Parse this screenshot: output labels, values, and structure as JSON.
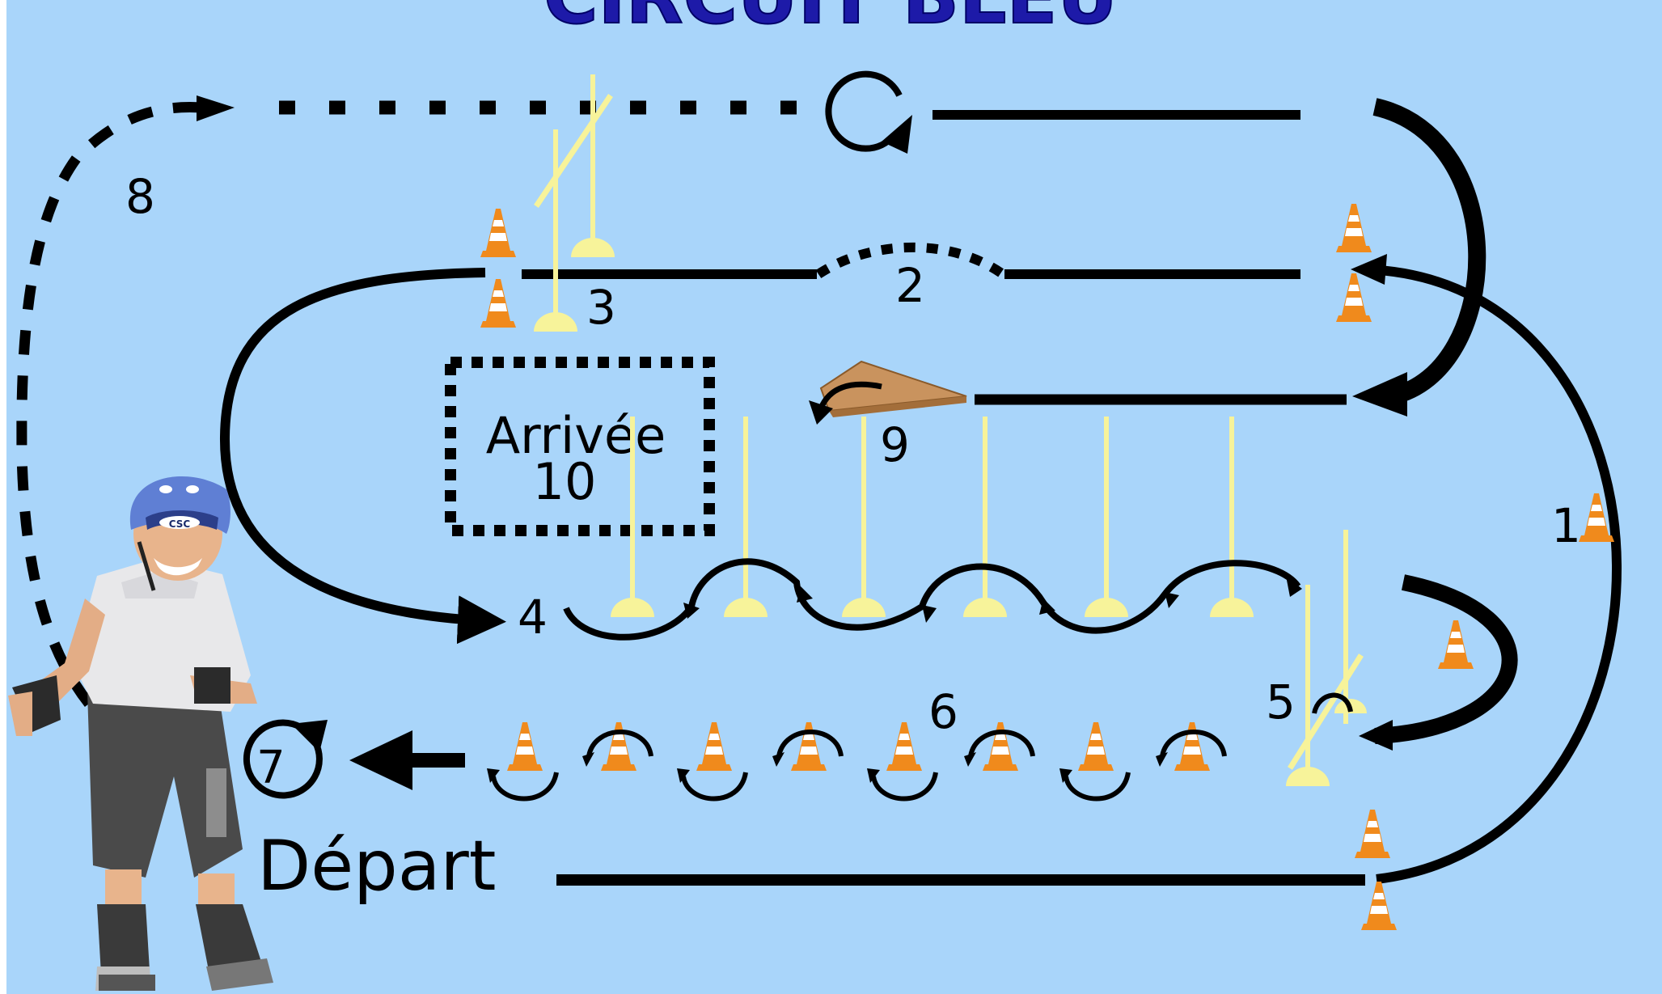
{
  "title": "CIRCUIT BLEU",
  "labels": {
    "start": "Départ",
    "finish_word": "Arrivée",
    "finish_number": "10",
    "s1": "1",
    "s2": "2",
    "s3": "3",
    "s4": "4",
    "s5": "5",
    "s6": "6",
    "s7": "7",
    "s8": "8",
    "s9": "9"
  },
  "helmet_text": "CSC",
  "colors": {
    "background": "#a9d5fa",
    "title": "#1d1aa8",
    "track": "#000000",
    "pole": "#f7f39a",
    "cone_orange": "#f08a1c",
    "cone_white": "#ffffff",
    "ramp": "#c9935e"
  }
}
